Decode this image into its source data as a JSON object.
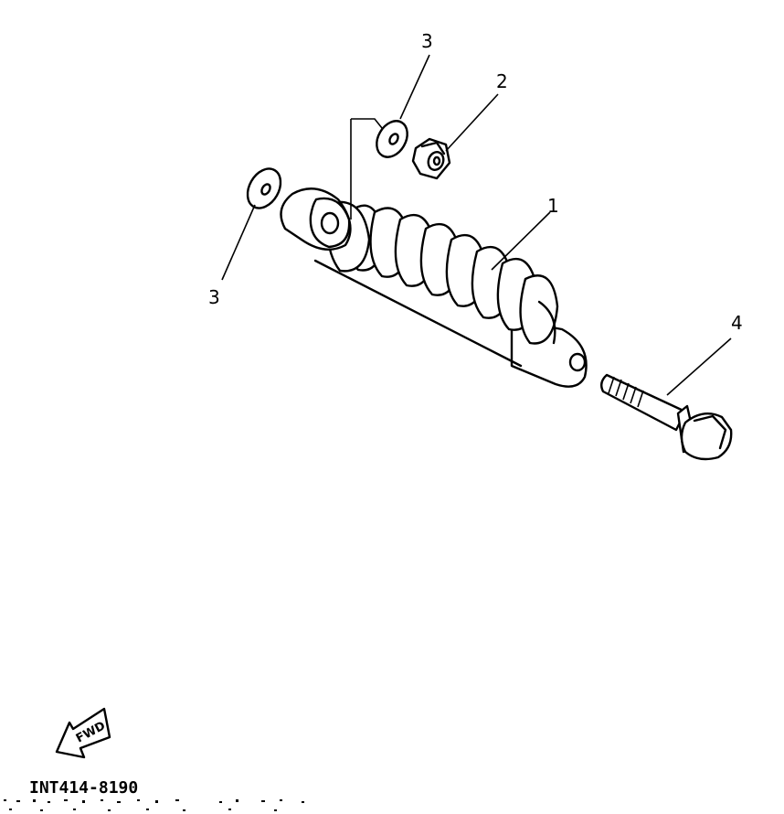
{
  "callouts": {
    "shock_absorber": "1",
    "nut": "2",
    "washer_upper": "3",
    "washer_left": "3",
    "bolt": "4"
  },
  "direction_label": "FWD",
  "reference_code": "INT414-8190"
}
